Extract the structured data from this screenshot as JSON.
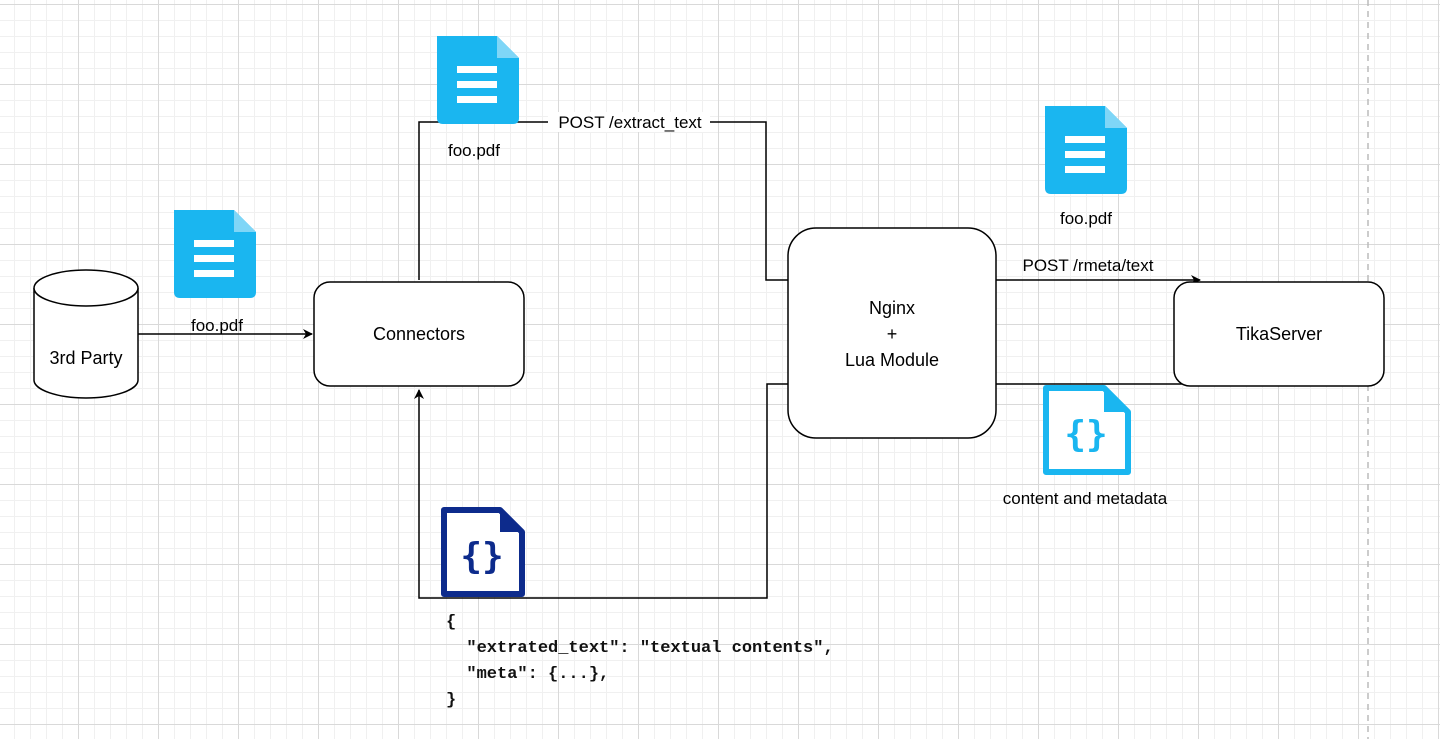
{
  "nodes": {
    "third_party": "3rd Party",
    "connectors": "Connectors",
    "nginx_line1": "Nginx",
    "nginx_line2": "+",
    "nginx_line3": "Lua Module",
    "tika": "TikaServer"
  },
  "edges": {
    "third_party_to_connectors": "foo.pdf",
    "connectors_to_nginx_file": "foo.pdf",
    "connectors_to_nginx_request": "POST /extract_text",
    "nginx_to_tika_file": "foo.pdf",
    "nginx_to_tika_request": "POST /rmeta/text",
    "tika_to_nginx_response": "content and metadata"
  },
  "response_json": {
    "line1": "{",
    "line2": "  \"extrated_text\": \"textual contents\",",
    "line3": "  \"meta\": {...},",
    "line4": "}"
  },
  "icons": {
    "document": "document-icon",
    "json": "json-file-icon"
  },
  "colors": {
    "doc_icon": "#1ab6f0",
    "json_icon_light": "#1ab6f0",
    "json_icon_dark": "#0d2b8c",
    "stroke": "#000000"
  }
}
